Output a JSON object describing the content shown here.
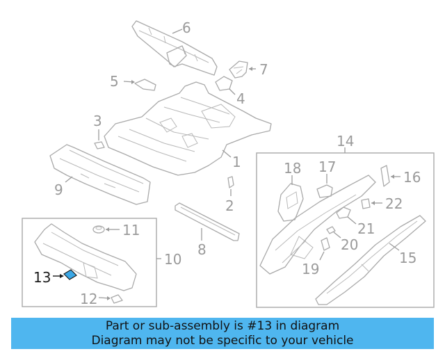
{
  "callouts": {
    "c1": "1",
    "c2": "2",
    "c3": "3",
    "c4": "4",
    "c5": "5",
    "c6": "6",
    "c7": "7",
    "c8": "8",
    "c9": "9",
    "c10": "10",
    "c11": "11",
    "c12": "12",
    "c13": "13",
    "c14": "14",
    "c15": "15",
    "c16": "16",
    "c17": "17",
    "c18": "18",
    "c19": "19",
    "c20": "20",
    "c21": "21",
    "c22": "22"
  },
  "highlighted_part": "13",
  "colors": {
    "banner_bg": "#4fb6ef",
    "highlight_fill": "#3aa7e6",
    "line_gray": "#a9a9a9",
    "highlight_text": "#1a1a1a"
  },
  "banner": {
    "line1": "Part or sub-assembly is #13 in diagram",
    "line2": "Diagram may not be specific to your vehicle"
  }
}
